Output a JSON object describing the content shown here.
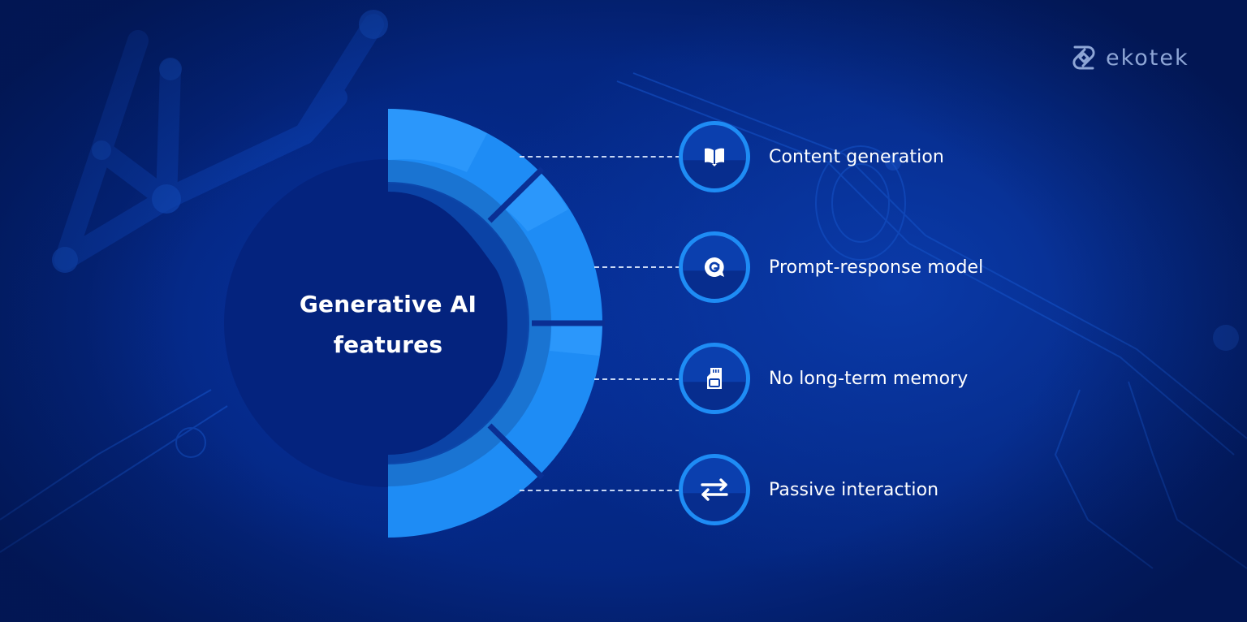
{
  "brand": {
    "name": "ekotek",
    "logo_icon": "ekotek-logo-icon",
    "color": "#8ea6d6"
  },
  "diagram": {
    "title_line1": "Generative AI",
    "title_line2": "features",
    "colors": {
      "background": "#05298c",
      "center_circle": "#04237e",
      "outer_segments": "#1e8cf5",
      "outer_segments_highlight": "#36a0ff",
      "middle_ring": "#1a74d2",
      "inner_ring": "#0f56b8",
      "divider": "#0a2f93",
      "icon_ring": "#1e8cf5",
      "connector": "#c7d6f3",
      "text": "#ffffff"
    },
    "features": [
      {
        "label": "Content generation",
        "icon": "open-book-icon"
      },
      {
        "label": "Prompt-response model",
        "icon": "chat-refresh-icon"
      },
      {
        "label": "No long-term memory",
        "icon": "memory-card-icon"
      },
      {
        "label": "Passive interaction",
        "icon": "swap-arrows-icon"
      }
    ]
  }
}
